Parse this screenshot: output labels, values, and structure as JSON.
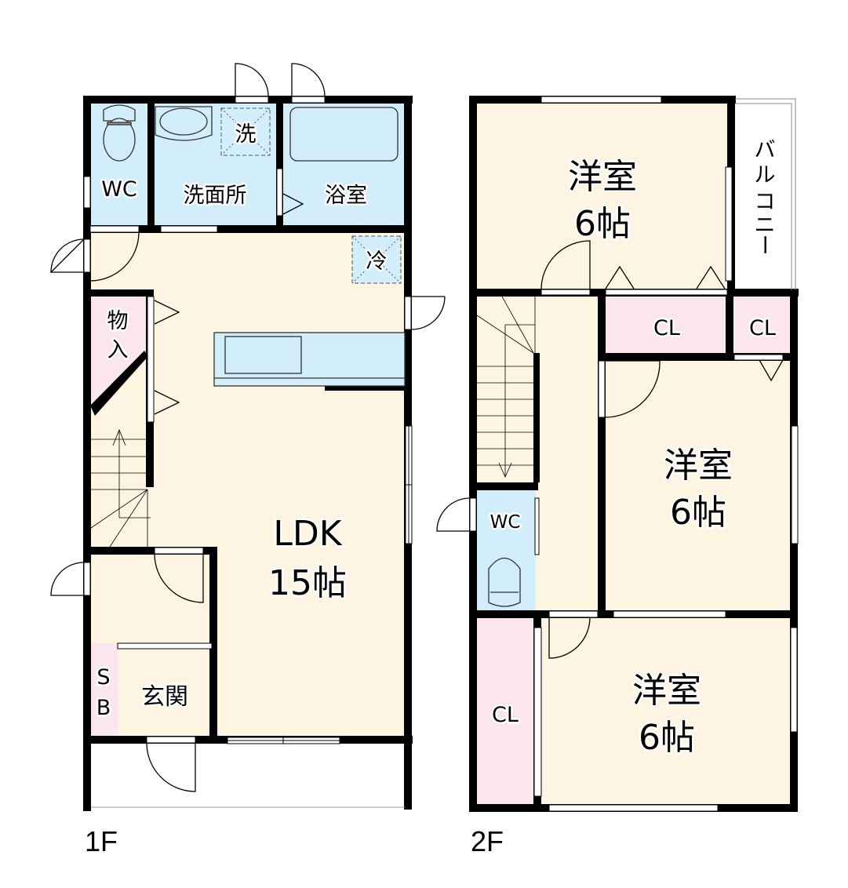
{
  "floors": [
    {
      "label": "1F",
      "rooms": [
        {
          "name": "WC",
          "type": "toilet"
        },
        {
          "name": "洗面所",
          "type": "washroom"
        },
        {
          "name": "浴室",
          "type": "bath"
        },
        {
          "name": "洗",
          "type": "washer-space"
        },
        {
          "name": "冷",
          "type": "fridge-space"
        },
        {
          "name": "物",
          "name2": "入",
          "type": "storage"
        },
        {
          "name": "LDK",
          "size": "15帖",
          "type": "living"
        },
        {
          "name": "S",
          "name2": "B",
          "type": "shoe-box"
        },
        {
          "name": "玄関",
          "type": "entrance"
        }
      ]
    },
    {
      "label": "2F",
      "rooms": [
        {
          "name": "洋室",
          "size": "6帖",
          "type": "western-room"
        },
        {
          "name": "バ",
          "chars": [
            "バ",
            "ル",
            "コ",
            "ニ",
            "ー"
          ],
          "type": "balcony"
        },
        {
          "name": "CL",
          "type": "closet"
        },
        {
          "name": "CL",
          "type": "closet"
        },
        {
          "name": "洋室",
          "size": "6帖",
          "type": "western-room"
        },
        {
          "name": "WC",
          "type": "toilet"
        },
        {
          "name": "CL",
          "type": "closet"
        },
        {
          "name": "洋室",
          "size": "6帖",
          "type": "western-room"
        }
      ]
    }
  ],
  "colors": {
    "wall": "#000000",
    "floor_room": "#fdf5e2",
    "wet_area": "#d1eefa",
    "storage": "#fbe6ee",
    "exterior": "#ffffff"
  }
}
